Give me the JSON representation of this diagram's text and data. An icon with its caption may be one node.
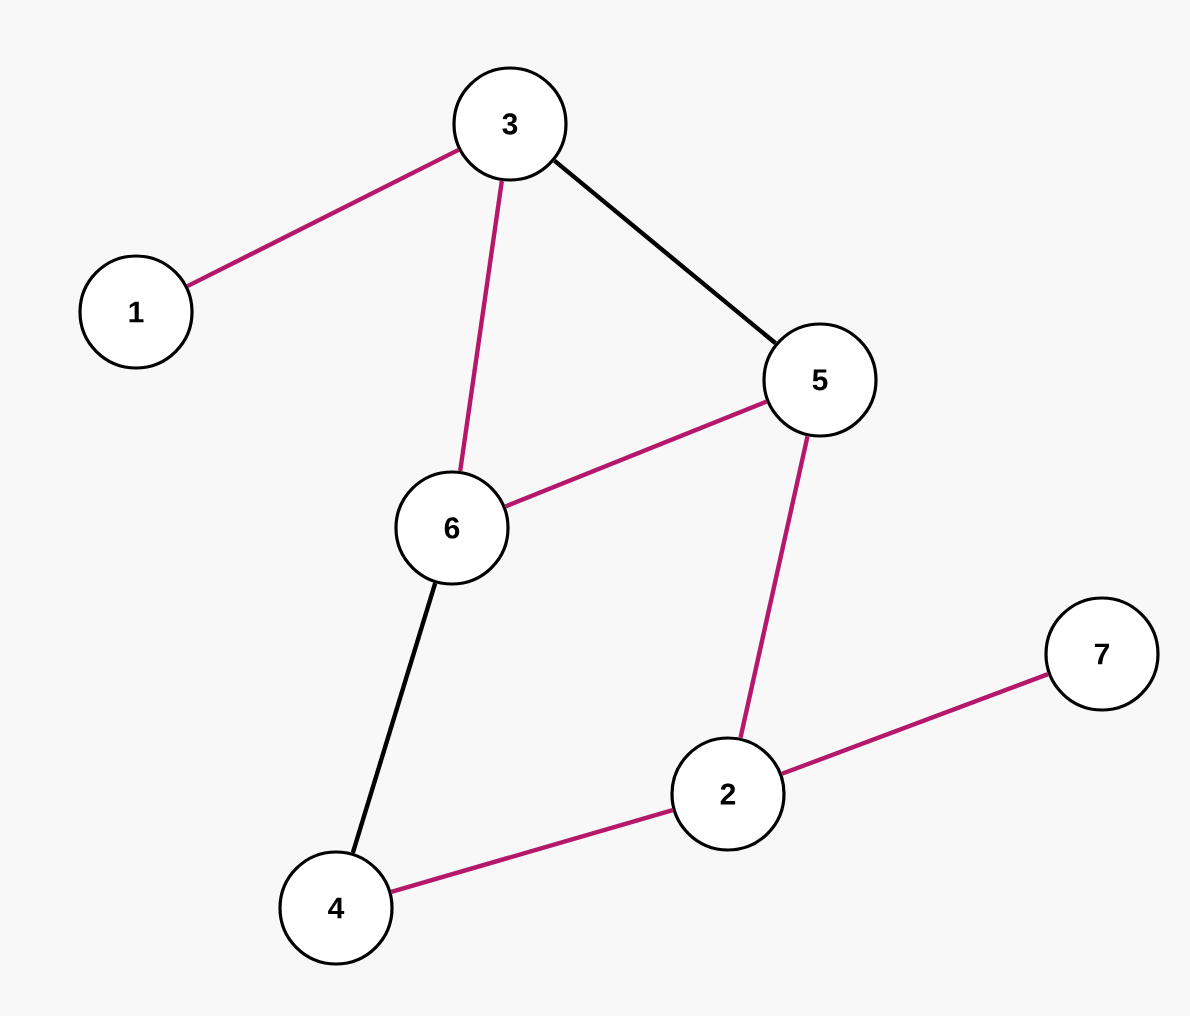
{
  "diagram": {
    "nodes": [
      {
        "text": [
          "3"
        ]
      },
      {
        "text": [
          "1"
        ]
      },
      {
        "text": [
          "5"
        ]
      },
      {
        "text": [
          "6"
        ]
      },
      {
        "text": [
          "7"
        ]
      },
      {
        "text": [
          "2"
        ]
      },
      {
        "text": [
          "4"
        ]
      }
    ],
    "edges": [
      {
        "from": 1,
        "to": 0,
        "arrow": "none"
      },
      {
        "from": 0,
        "to": 3,
        "arrow": "none"
      },
      {
        "from": 0,
        "to": 2,
        "arrow": "none",
        "color": "#000000"
      },
      {
        "from": 3,
        "to": 2,
        "arrow": "none"
      },
      {
        "from": 2,
        "to": 5,
        "arrow": "none"
      },
      {
        "from": 3,
        "to": 6,
        "arrow": "none",
        "color": "#000000"
      },
      {
        "from": 6,
        "to": 5,
        "arrow": "none"
      },
      {
        "from": 5,
        "to": 4,
        "arrow": "none"
      }
    ]
  }
}
